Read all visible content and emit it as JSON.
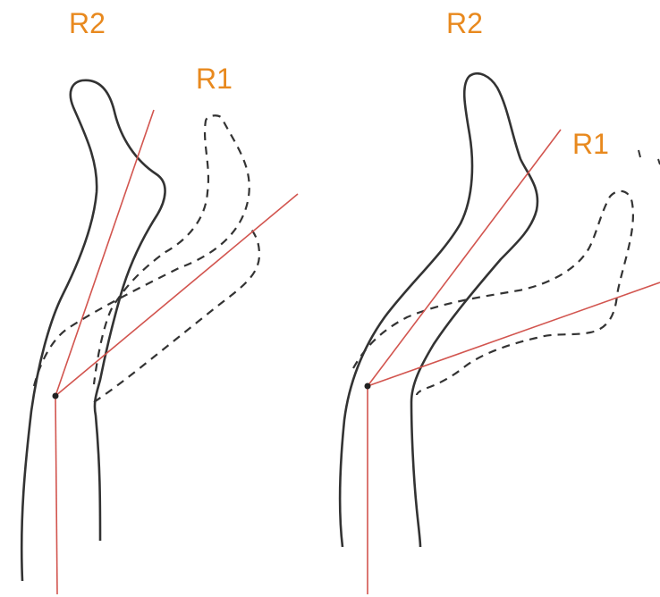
{
  "panels": [
    {
      "position_label": "R2",
      "reference_label": "R1"
    },
    {
      "position_label": "R2",
      "reference_label": "R1"
    }
  ],
  "colors": {
    "outline": "#333333",
    "reference_line": "#d2554f",
    "label": "#e8891e",
    "background": "#ffffff"
  }
}
